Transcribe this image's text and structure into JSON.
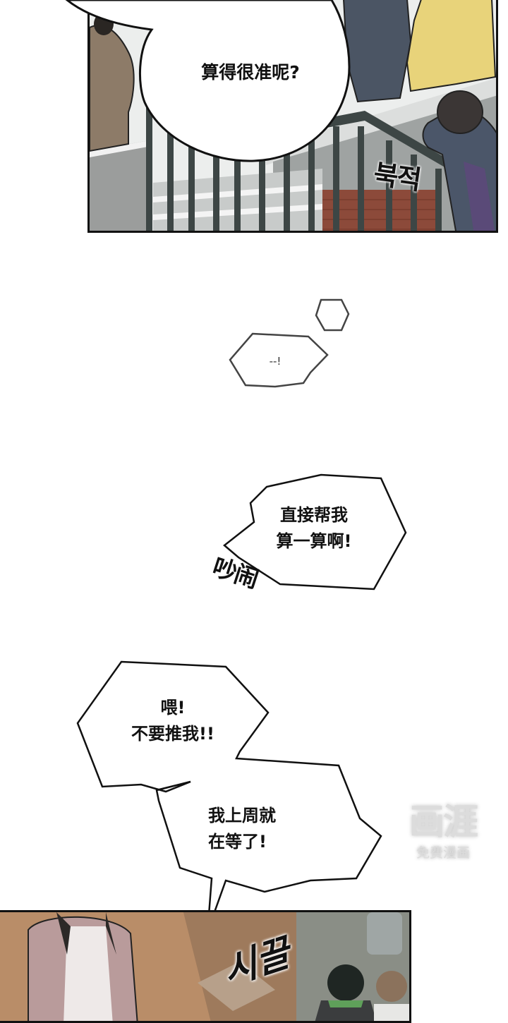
{
  "comic": {
    "panels": [
      {
        "id": "top-panel",
        "scene": "people on a stairway landing with railings and a brick wall"
      },
      {
        "id": "bottom-panel",
        "scene": "crowd viewed from above in a waiting area"
      }
    ],
    "bubbles": {
      "main_question": "算得很准呢?",
      "thought": "--!",
      "direct_request": "直接帮我\n算一算啊!",
      "hey": "喂!\n不要推我!!",
      "last_week": "我上周就\n在等了!"
    },
    "sfx": {
      "bukjeok": "북적",
      "chaonao": "吵闹",
      "swish": "시끌"
    }
  },
  "watermark": {
    "logo": "画涯",
    "subtitle": "免费漫画"
  },
  "colors": {
    "ink": "#111111",
    "page_bg": "#ffffff",
    "coat_yellow": "#e8d37a",
    "coat_navy": "#4b5564",
    "coat_brown": "#8d7b68",
    "brick": "#8c4a3a",
    "railing": "#3d4645",
    "hoodie_pink": "#b99b9b",
    "floor_orange": "#b28663"
  }
}
